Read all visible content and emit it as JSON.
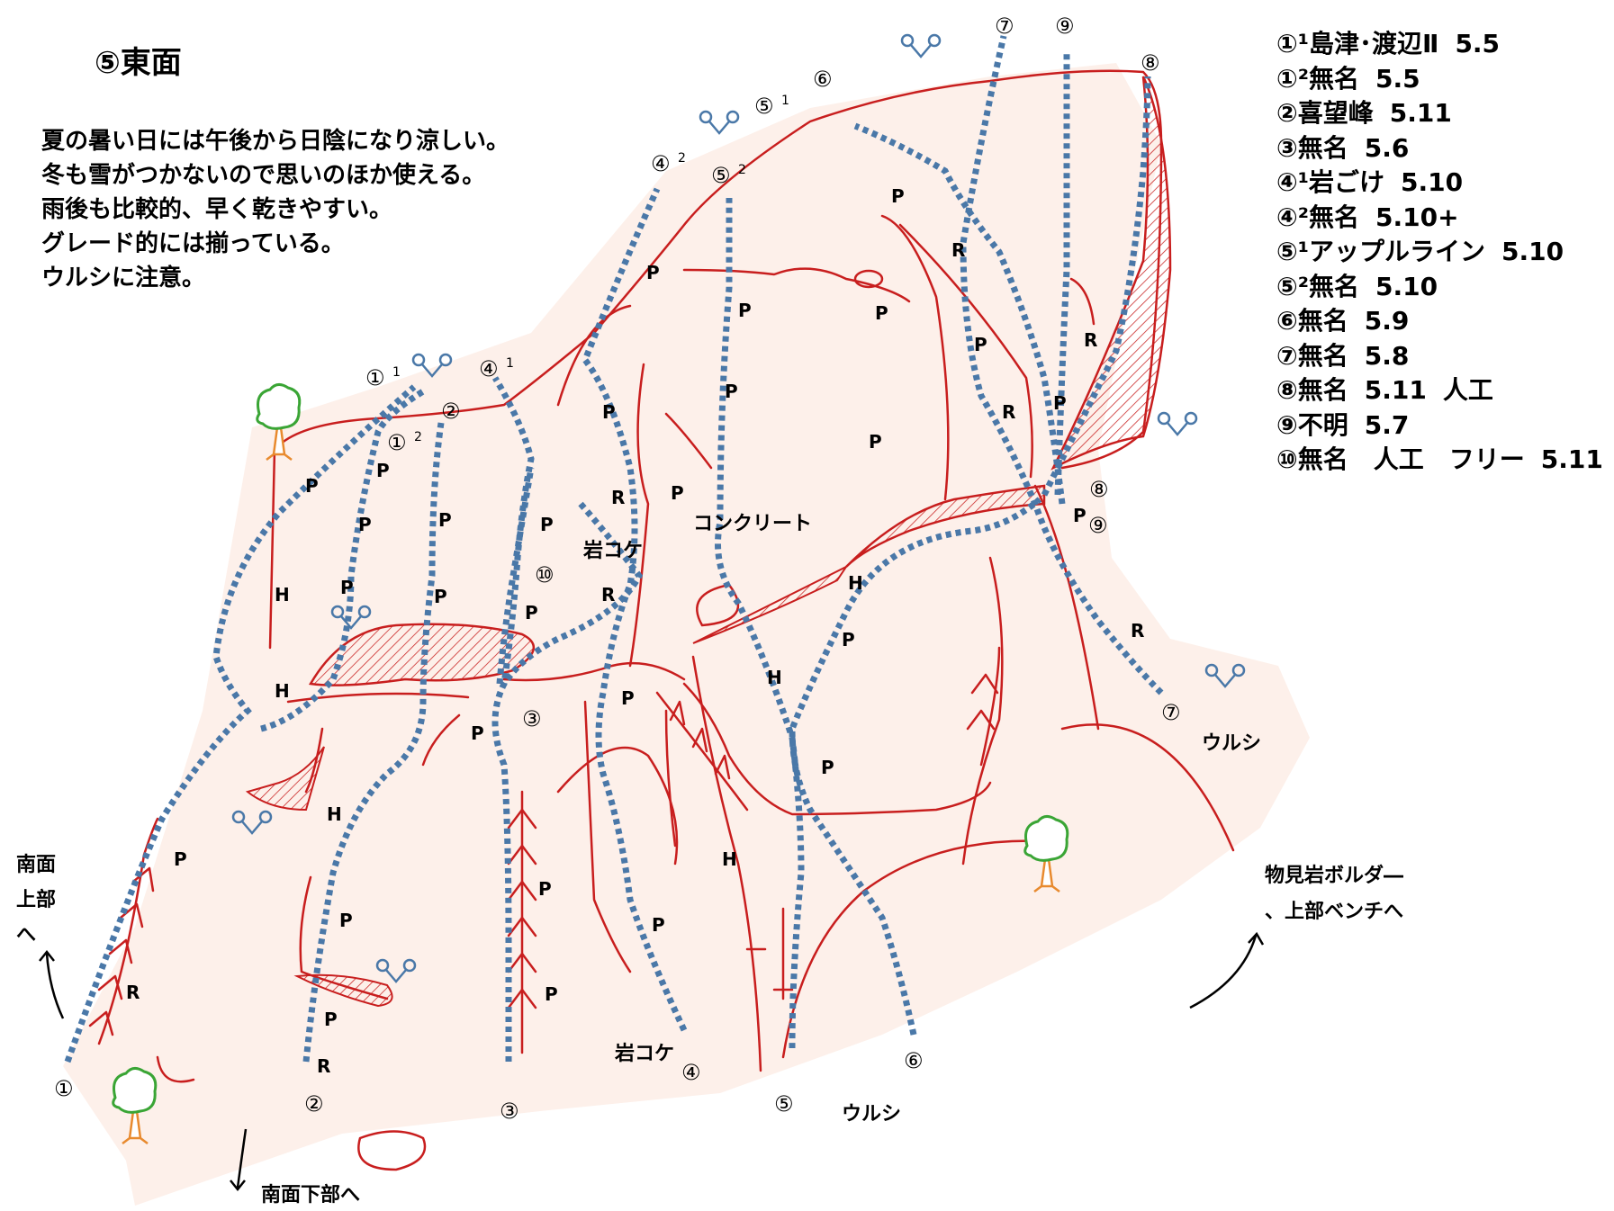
{
  "title": "⑤東面",
  "description": [
    "夏の暑い日には午後から日陰になり涼しい。",
    "冬も雪がつかないので思いのほか使える。",
    "雨後も比較的、早く乾きやすい。",
    "グレード的には揃っている。",
    "ウルシに注意。"
  ],
  "legend": [
    {
      "num": "①¹",
      "name": "島津･渡辺Ⅱ",
      "grade": "5.5",
      "note": ""
    },
    {
      "num": "①²",
      "name": "無名",
      "grade": "5.5",
      "note": ""
    },
    {
      "num": "②",
      "name": "喜望峰",
      "grade": "5.11",
      "note": ""
    },
    {
      "num": "③",
      "name": "無名",
      "grade": "5.6",
      "note": ""
    },
    {
      "num": "④¹",
      "name": "岩ごけ",
      "grade": "5.10",
      "note": ""
    },
    {
      "num": "④²",
      "name": "無名",
      "grade": "5.10+",
      "note": ""
    },
    {
      "num": "⑤¹",
      "name": "アップルライン",
      "grade": "5.10",
      "note": ""
    },
    {
      "num": "⑤²",
      "name": "無名",
      "grade": "5.10",
      "note": ""
    },
    {
      "num": "⑥",
      "name": "無名",
      "grade": "5.9",
      "note": ""
    },
    {
      "num": "⑦",
      "name": "無名",
      "grade": "5.8",
      "note": ""
    },
    {
      "num": "⑧",
      "name": "無名",
      "grade": "5.11",
      "note": "人工"
    },
    {
      "num": "⑨",
      "name": "不明",
      "grade": "5.7",
      "note": ""
    },
    {
      "num": "⑩",
      "name": "無名　人工　フリー",
      "grade": "5.11",
      "note": ""
    }
  ],
  "annotations": {
    "concrete": "コンクリート",
    "moss_upper": "岩コケ",
    "moss_lower": "岩コケ",
    "urushi_right": "ウルシ",
    "urushi_bottom": "ウルシ",
    "to_south_upper": [
      "南面",
      "上部",
      "へ"
    ],
    "to_south_lower": "南面下部へ",
    "to_boulder": [
      "物見岩ボルダ―",
      "、上部ベンチへ"
    ]
  },
  "route_labels": {
    "r1_bottom": "①",
    "r2_bottom": "②",
    "r3_bottom": "③",
    "r4_bottom": "④",
    "r5_bottom": "⑤",
    "r6_bottom": "⑥",
    "r7_right": "⑦",
    "r7_top": "⑦",
    "r8_top": "⑧",
    "r8_mid": "⑧",
    "r9_top": "⑨",
    "r9_mid": "⑨",
    "r3_mid": "③",
    "r10_mid": "⑩",
    "r2_top": "②",
    "r6_top": "⑥",
    "r1_1": "①",
    "r1_1_sup": "1",
    "r1_2": "①",
    "r1_2_sup": "2",
    "r4_1": "④",
    "r4_1_sup": "1",
    "r4_2": "④",
    "r4_2_sup": "2",
    "r5_1": "⑤",
    "r5_1_sup": "1",
    "r5_2": "⑤",
    "r5_2_sup": "2"
  },
  "feature_letters": {
    "P": "P",
    "H": "H",
    "R": "R"
  },
  "colors": {
    "rock_fill": "#fdf0ea",
    "rock_line": "#c81e1e",
    "route": "#4a78a8",
    "tree_leaf": "#3aa535",
    "tree_trunk": "#e88a2e"
  }
}
